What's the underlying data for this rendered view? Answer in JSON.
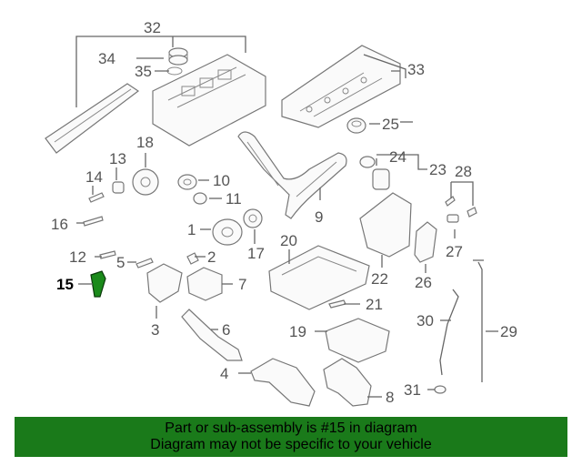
{
  "callouts": {
    "c1": "1",
    "c2": "2",
    "c3": "3",
    "c4": "4",
    "c5": "5",
    "c6": "6",
    "c7": "7",
    "c8": "8",
    "c9": "9",
    "c10": "10",
    "c11": "11",
    "c12": "12",
    "c13": "13",
    "c14": "14",
    "c15": "15",
    "c16": "16",
    "c17": "17",
    "c18": "18",
    "c19": "19",
    "c20": "20",
    "c21": "21",
    "c22": "22",
    "c23": "23",
    "c24": "24",
    "c25": "25",
    "c26": "26",
    "c27": "27",
    "c28": "28",
    "c29": "29",
    "c30": "30",
    "c31": "31",
    "c32": "32",
    "c33": "33",
    "c34": "34",
    "c35": "35"
  },
  "highlight_color": "#1a7a1a",
  "banner": {
    "line1": "Part or sub-assembly is #15 in diagram",
    "line2": "Diagram may not be specific to your vehicle"
  }
}
